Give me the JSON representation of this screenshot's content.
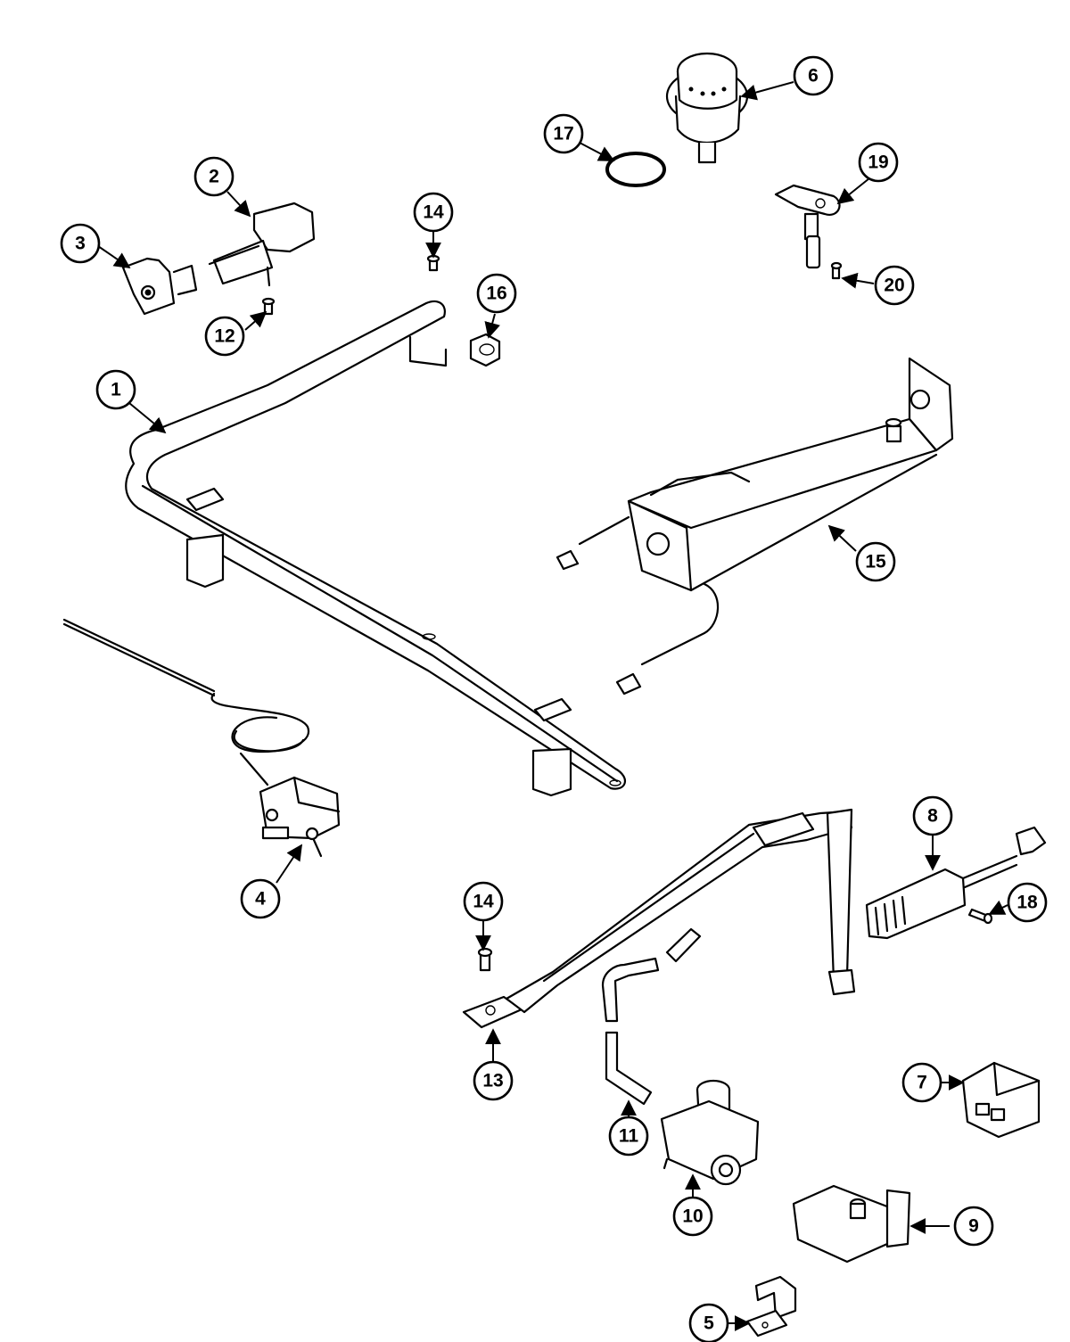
{
  "diagram": {
    "callouts": [
      {
        "id": "c1",
        "label": "1"
      },
      {
        "id": "c2",
        "label": "2"
      },
      {
        "id": "c3",
        "label": "3"
      },
      {
        "id": "c4",
        "label": "4"
      },
      {
        "id": "c5",
        "label": "5"
      },
      {
        "id": "c6",
        "label": "6"
      },
      {
        "id": "c7",
        "label": "7"
      },
      {
        "id": "c8",
        "label": "8"
      },
      {
        "id": "c9",
        "label": "9"
      },
      {
        "id": "c10",
        "label": "10"
      },
      {
        "id": "c11",
        "label": "11"
      },
      {
        "id": "c12",
        "label": "12"
      },
      {
        "id": "c13",
        "label": "13"
      },
      {
        "id": "c14a",
        "label": "14"
      },
      {
        "id": "c14b",
        "label": "14"
      },
      {
        "id": "c15",
        "label": "15"
      },
      {
        "id": "c16",
        "label": "16"
      },
      {
        "id": "c17",
        "label": "17"
      },
      {
        "id": "c18",
        "label": "18"
      },
      {
        "id": "c19",
        "label": "19"
      },
      {
        "id": "c20",
        "label": "20"
      }
    ]
  }
}
